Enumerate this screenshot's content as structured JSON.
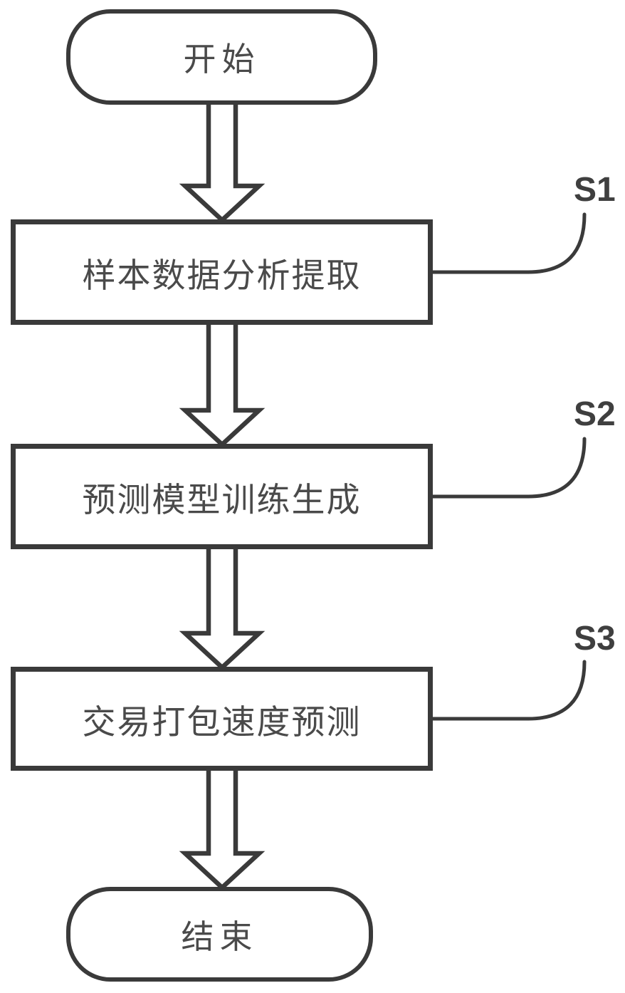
{
  "figure": {
    "type": "flowchart",
    "orientation": "vertical",
    "background": "#ffffff"
  },
  "colors": {
    "stroke": "#3a3a3a",
    "node_text": "#4a4a4a",
    "tag_text": "#3f3f3f",
    "node_fill": "#ffffff"
  },
  "nodes": {
    "start": {
      "label": "开始",
      "shape": "terminator"
    },
    "step1": {
      "label": "样本数据分析提取",
      "shape": "process",
      "tag": "S1"
    },
    "step2": {
      "label": "预测模型训练生成",
      "shape": "process",
      "tag": "S2"
    },
    "step3": {
      "label": "交易打包速度预测",
      "shape": "process",
      "tag": "S3"
    },
    "end": {
      "label": "结束",
      "shape": "terminator"
    }
  },
  "edges": [
    {
      "from": "start",
      "to": "step1",
      "style": "hollow-block-arrow",
      "direction": "down"
    },
    {
      "from": "step1",
      "to": "step2",
      "style": "hollow-block-arrow",
      "direction": "down"
    },
    {
      "from": "step2",
      "to": "step3",
      "style": "hollow-block-arrow",
      "direction": "down"
    },
    {
      "from": "step3",
      "to": "end",
      "style": "hollow-block-arrow",
      "direction": "down"
    }
  ],
  "leader_lines": [
    {
      "attaches_to": "step1",
      "points_to_tag": "S1"
    },
    {
      "attaches_to": "step2",
      "points_to_tag": "S2"
    },
    {
      "attaches_to": "step3",
      "points_to_tag": "S3"
    }
  ]
}
